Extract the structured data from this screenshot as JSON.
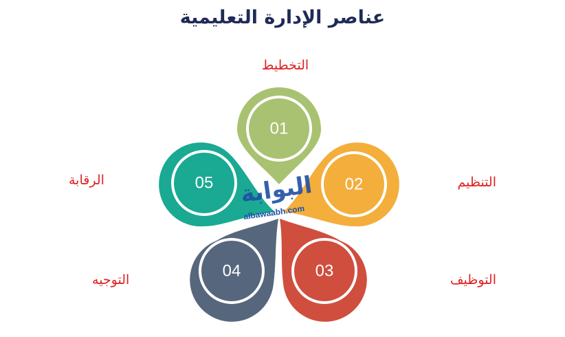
{
  "title": "عناصر الإدارة التعليمية",
  "elements": [
    {
      "number": "01",
      "label": "التخطيط",
      "color": "#a9c272"
    },
    {
      "number": "02",
      "label": "التنظيم",
      "color": "#f3ae3c"
    },
    {
      "number": "03",
      "label": "التوظيف",
      "color": "#cf4e3e"
    },
    {
      "number": "04",
      "label": "التوجيه",
      "color": "#56677d"
    },
    {
      "number": "05",
      "label": "الرقابة",
      "color": "#1aa992"
    }
  ],
  "watermark": {
    "name": "البوابة",
    "url": "albawaabh.com"
  },
  "label_color": "#e02020"
}
